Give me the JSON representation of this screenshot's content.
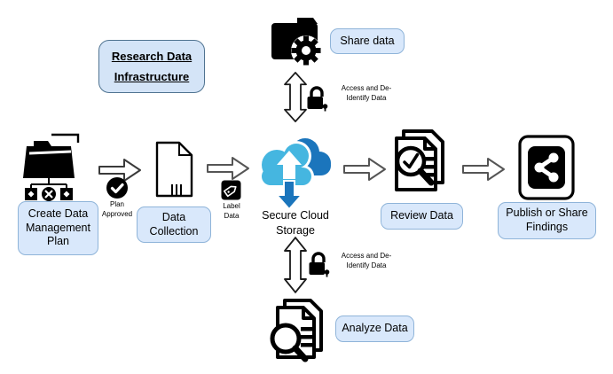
{
  "diagram": {
    "title": "Research Data Infrastructure",
    "colors": {
      "box_fill": "#d9e8fb",
      "box_border": "#8fb4d9",
      "title_box_border": "#4f7391",
      "cloud_light_blue": "#45b6e0",
      "cloud_dark_blue": "#1b75bc",
      "arrow_outline": "#555555",
      "icon_black": "#000000"
    },
    "nodes": {
      "share": {
        "label": "Share data",
        "icon": "folder-gear-icon"
      },
      "create_plan": {
        "label": "Create Data Management Plan",
        "icon": "data-plan-folder-icon"
      },
      "data_collection": {
        "label": "Data Collection",
        "icon": "document-icon"
      },
      "cloud": {
        "label": "Secure Cloud Storage",
        "icon": "cloud-upload-download-icon"
      },
      "review": {
        "label": "Review Data",
        "icon": "document-magnifier-check-icon"
      },
      "publish": {
        "label": "Publish or Share Findings",
        "icon": "share-network-icon"
      },
      "analyze": {
        "label": "Analyze Data",
        "icon": "document-magnifier-icon"
      }
    },
    "connectors": {
      "plan_approved": {
        "label": "Plan Approved",
        "icon": "checkmark-circle-icon"
      },
      "label_data": {
        "label": "Label Data",
        "icon": "tag-icon"
      },
      "access_top": {
        "label": "Access and De-Identify Data",
        "icon": "lock-icon"
      },
      "access_bottom": {
        "label": "Access and De-Identify Data",
        "icon": "lock-icon"
      }
    }
  }
}
